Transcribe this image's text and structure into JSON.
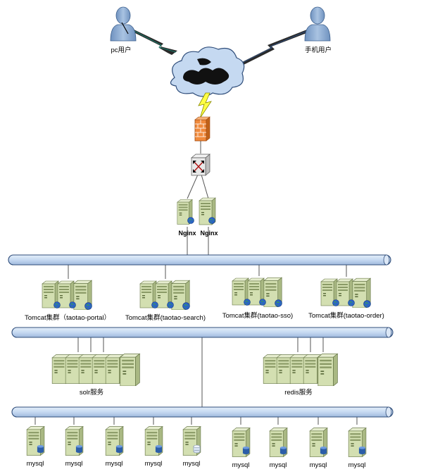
{
  "users": {
    "pc_label": "pc用户",
    "mobile_label": "手机用户"
  },
  "proxy": {
    "nginx_labels": [
      "Nginx",
      "Nginx"
    ]
  },
  "tomcat_clusters": [
    {
      "label": "Tomcat集群（taotao-portal）"
    },
    {
      "label": "Tomcat集群(taotao-search)"
    },
    {
      "label": "Tomcat集群(taotao-sso)"
    },
    {
      "label": "Tomcat集群(taotao-order)"
    }
  ],
  "services": {
    "solr_label": "solr服务",
    "redis_label": "redis服务"
  },
  "databases": [
    "mysql",
    "mysql",
    "mysql",
    "mysql",
    "mysql",
    "mysql",
    "mysql",
    "mysql",
    "mysql"
  ],
  "colors": {
    "bus_fill": "#c6d9f1",
    "bus_stroke": "#2f4d7a",
    "server_body": "#c9d6a6",
    "server_front": "#dde7bf",
    "server_stroke": "#6a7a4a",
    "user_fill": "#8fb0d4",
    "firewall": "#f08a3c",
    "lightning": "#ffff44",
    "cloud": "#c5d9f1"
  }
}
